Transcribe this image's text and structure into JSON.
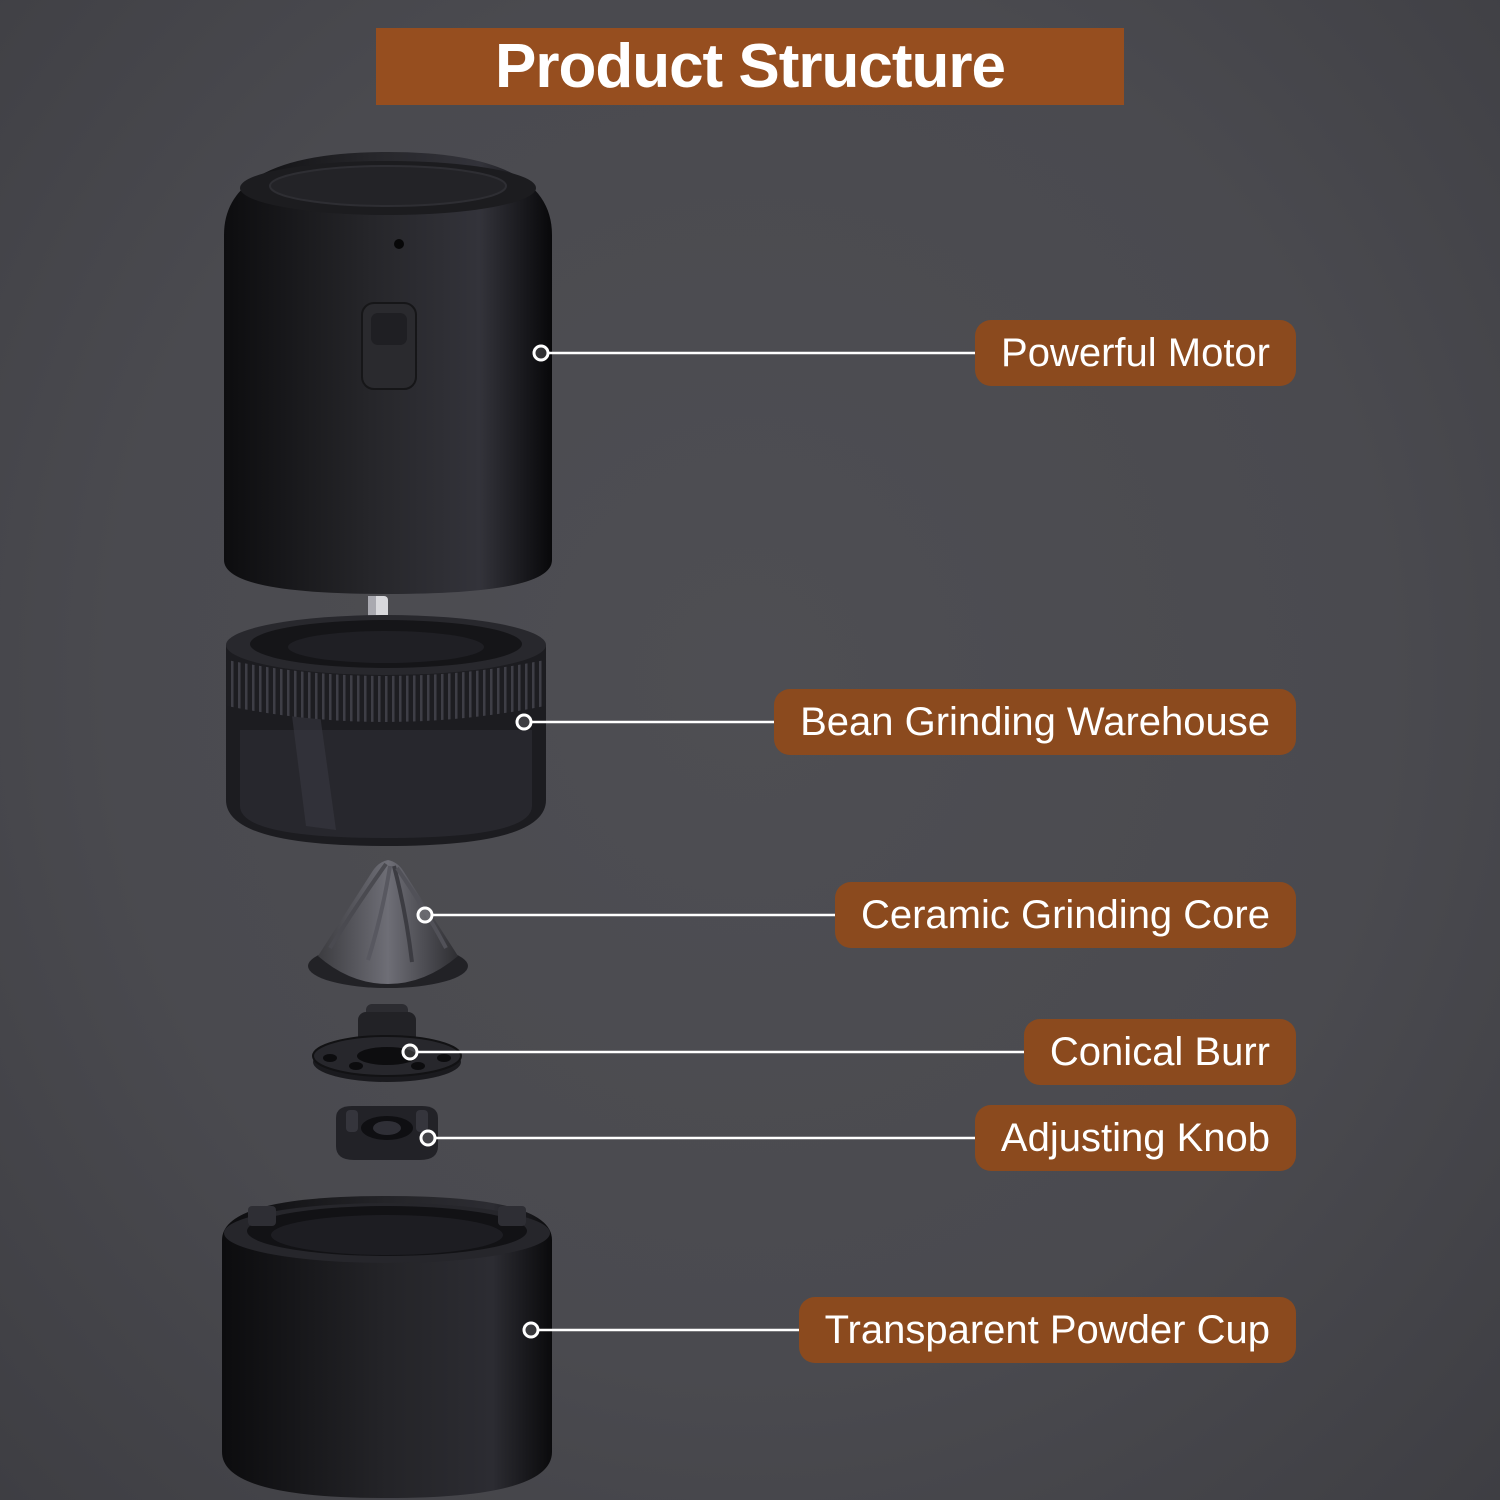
{
  "title": "Product Structure",
  "colors": {
    "background": "#4a4a4f",
    "banner_bg": "#964e1f",
    "label_bg": "#8b4a1e",
    "label_text": "#ffffff",
    "title_text": "#ffffff",
    "connector": "#ffffff"
  },
  "parts": [
    {
      "id": "powerful-motor",
      "label": "Powerful Motor"
    },
    {
      "id": "bean-grinding-warehouse",
      "label": "Bean Grinding Warehouse"
    },
    {
      "id": "ceramic-grinding-core",
      "label": "Ceramic Grinding Core"
    },
    {
      "id": "conical-burr",
      "label": "Conical Burr"
    },
    {
      "id": "adjusting-knob",
      "label": "Adjusting Knob"
    },
    {
      "id": "transparent-powder-cup",
      "label": "Transparent Powder Cup"
    }
  ]
}
